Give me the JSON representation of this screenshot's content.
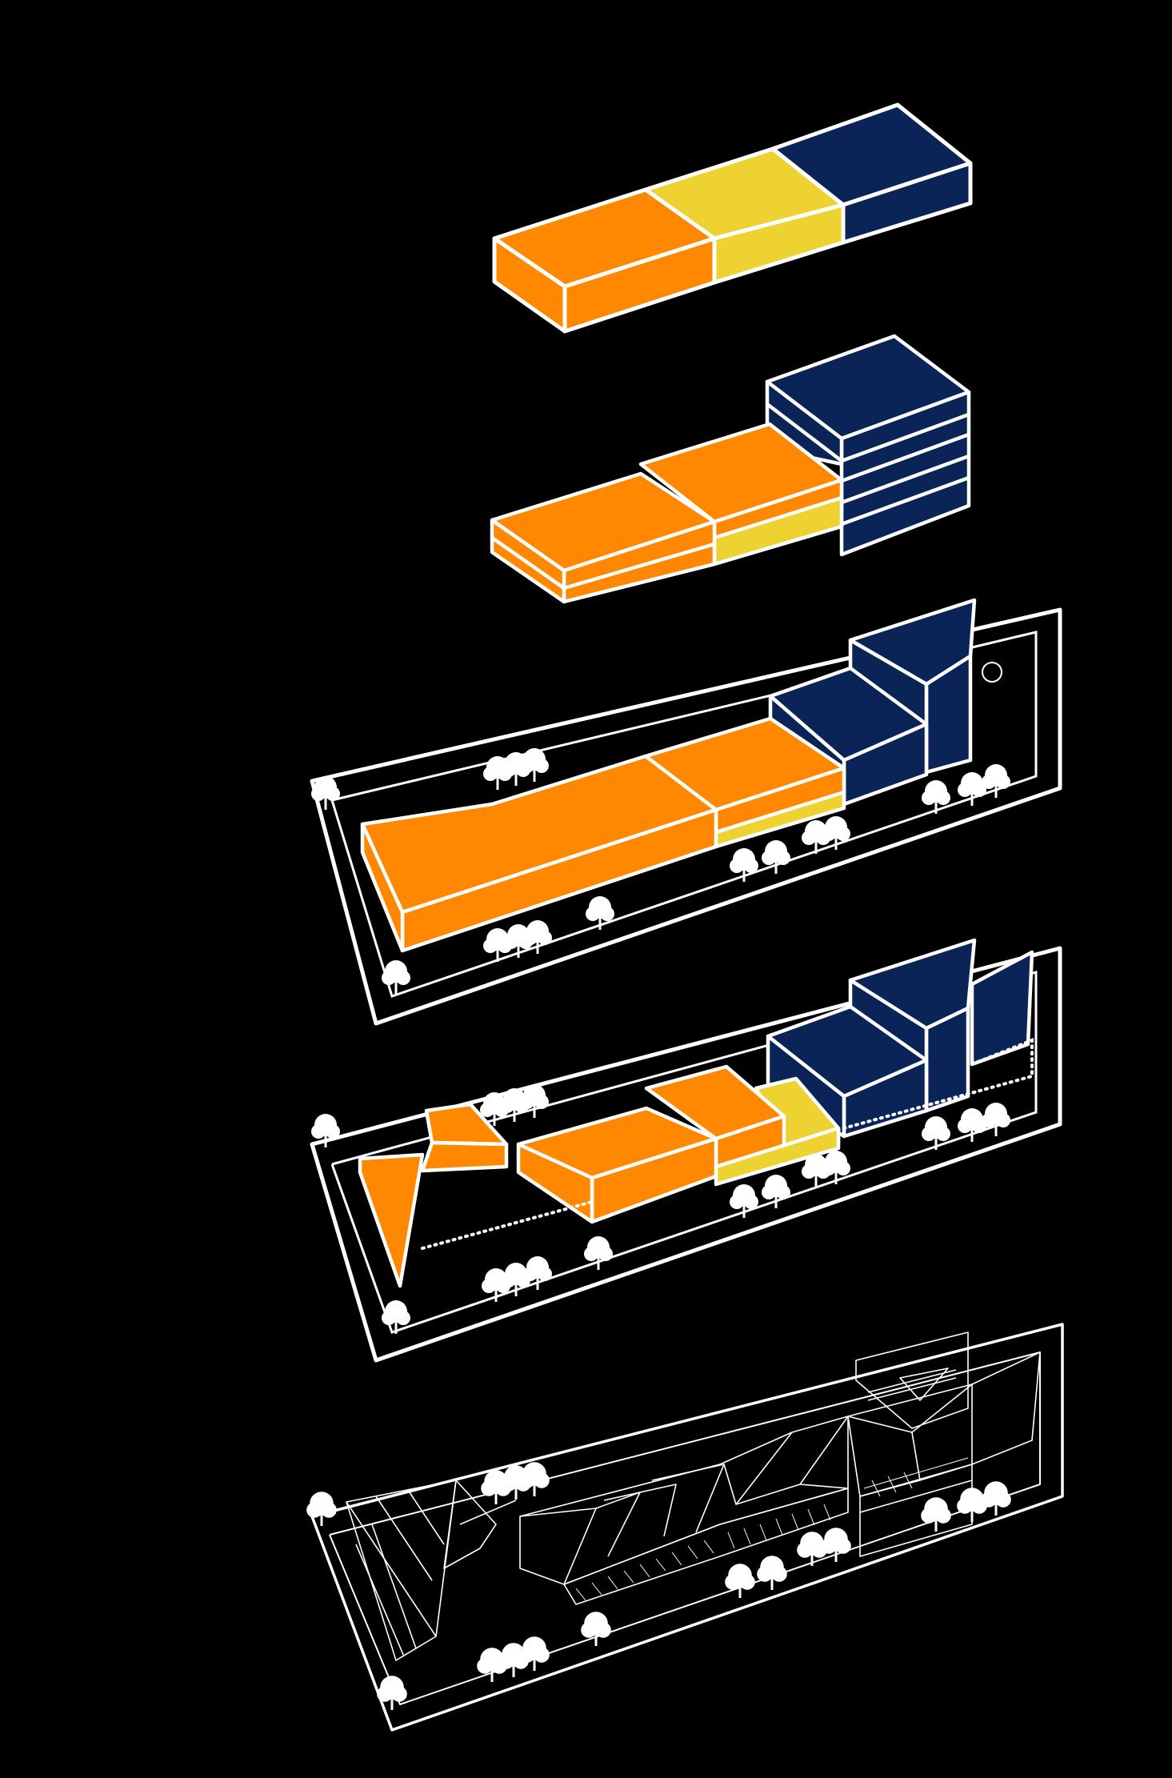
{
  "diagram": {
    "kind": "exploded axonometric massing sequence",
    "background": "#000000",
    "colors": {
      "program_a": "#FF8800",
      "program_b": "#EED232",
      "program_c": "#0A2458",
      "outline": "#FFFFFF"
    },
    "stages": [
      {
        "name": "stage-1-blocks"
      },
      {
        "name": "stage-2-stacked"
      },
      {
        "name": "stage-3-site"
      },
      {
        "name": "stage-4-folded"
      },
      {
        "name": "stage-5-line-drawing"
      }
    ]
  }
}
